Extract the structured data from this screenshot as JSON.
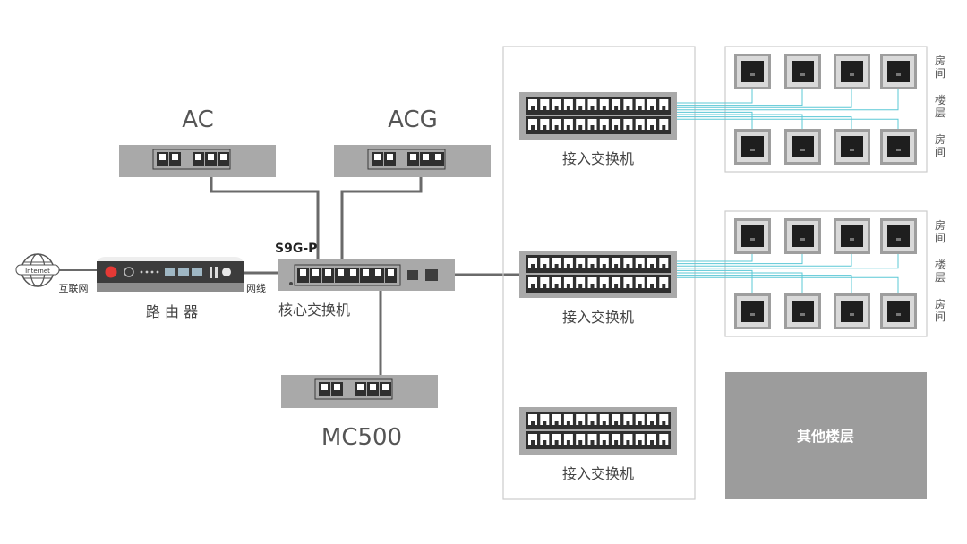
{
  "internet": {
    "cloud_text": "Internet",
    "caption": "互联网"
  },
  "router": {
    "caption": "路 由 器"
  },
  "cable_label": "网线",
  "core_switch": {
    "model": "S9G-P",
    "caption": "核心交换机"
  },
  "ac": {
    "title": "AC"
  },
  "acg": {
    "title": "ACG"
  },
  "mc500": {
    "title": "MC500"
  },
  "access_switches": [
    {
      "caption": "接入交换机"
    },
    {
      "caption": "接入交换机"
    },
    {
      "caption": "接入交换机"
    }
  ],
  "floors": [
    {
      "labels": [
        "房间",
        "楼层",
        "房间"
      ]
    },
    {
      "labels": [
        "房间",
        "楼层",
        "房间"
      ]
    }
  ],
  "other_floors": {
    "label": "其他楼层"
  },
  "colors": {
    "link_line": "#6a6a6a",
    "room_line": "#5bc8d6",
    "device_gray": "#a9a9a9",
    "other_floor_bg": "#9c9c9c"
  }
}
